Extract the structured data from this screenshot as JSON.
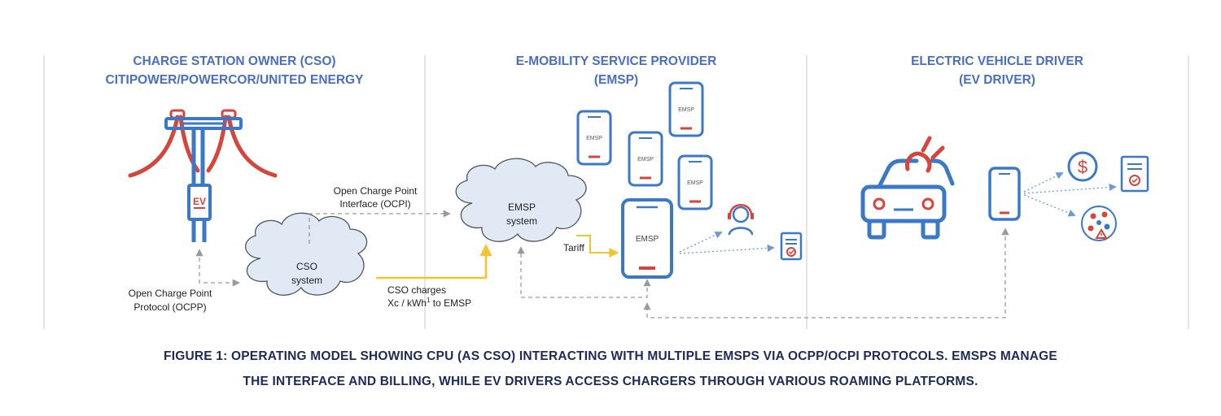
{
  "sections": {
    "cso": {
      "line1": "CHARGE STATION OWNER (CSO)",
      "line2": "CITIPOWER/POWERCOR/UNITED ENERGY"
    },
    "emsp": {
      "line1": "E-MOBILITY SERVICE PROVIDER",
      "line2": "(EMSP)"
    },
    "driver": {
      "line1": "ELECTRIC VEHICLE DRIVER",
      "line2": "(EV DRIVER)"
    }
  },
  "charger": {
    "badge": "EV"
  },
  "clouds": {
    "cso": {
      "line1": "CSO",
      "line2": "system"
    },
    "emsp": {
      "line1": "EMSP",
      "line2": "system"
    }
  },
  "phones": {
    "label": "EMSP"
  },
  "labels": {
    "ocpp_line1": "Open Charge Point",
    "ocpp_line2": "Protocol (OCPP)",
    "ocpi_line1": "Open Charge Point",
    "ocpi_line2": "Interface (OCPI)",
    "charges_line1": "CSO charges",
    "charges_line2": "Xc / kWh",
    "charges_sup": "1",
    "charges_line2_end": " to EMSP",
    "tariff": "Tariff"
  },
  "icons": {
    "dollar_symbol": "$"
  },
  "caption": {
    "line1": "FIGURE 1: OPERATING MODEL SHOWING CPU (AS CSO) INTERACTING WITH MULTIPLE EMSPS VIA OCPP/OCPI PROTOCOLS. EMSPS MANAGE",
    "line2": "THE INTERFACE AND BILLING, WHILE EV DRIVERS ACCESS CHARGERS THROUGH VARIOUS ROAMING PLATFORMS."
  },
  "colors": {
    "heading": "#4a6fc0",
    "icon_blue": "#3b78c8",
    "icon_red": "#d6453b",
    "cloud_fill": "#e1e9f5",
    "cloud_stroke": "#4d5561",
    "tariff_arrow": "#f4c430",
    "dashed_gray": "#9a9a9a",
    "dotted_blue": "#6b9bd2",
    "caption": "#1d2a5a"
  }
}
